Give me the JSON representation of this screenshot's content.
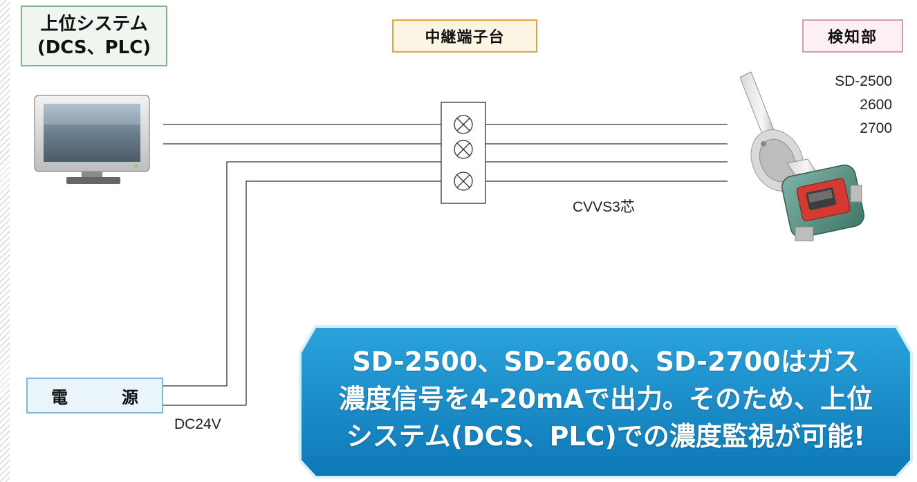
{
  "upper_system": {
    "line1": "上位システム",
    "line2": "(DCS、PLC)"
  },
  "relay_terminal": {
    "label": "中継端子台"
  },
  "detector": {
    "label": "検知部",
    "models": [
      "SD-2500",
      "2600",
      "2700"
    ]
  },
  "power_supply": {
    "char1": "電",
    "char2": "源",
    "voltage": "DC24V"
  },
  "cable": {
    "label": "CVVS3芯"
  },
  "callout": {
    "lines": [
      "SD-2500、SD-2600、SD-2700はガス",
      "濃度信号を4-20mAで出力。そのため、上位",
      "システム(DCS、PLC)での濃度監視が可能!"
    ]
  },
  "colors": {
    "upper_border": "#7fb38c",
    "relay_border": "#e3a53a",
    "detector_border": "#d79ab7",
    "power_border": "#7fb8d8",
    "callout_fill": "#1a8fc8"
  },
  "icons": [
    "monitor-icon",
    "terminal-block-icon",
    "gas-detector-icon"
  ]
}
